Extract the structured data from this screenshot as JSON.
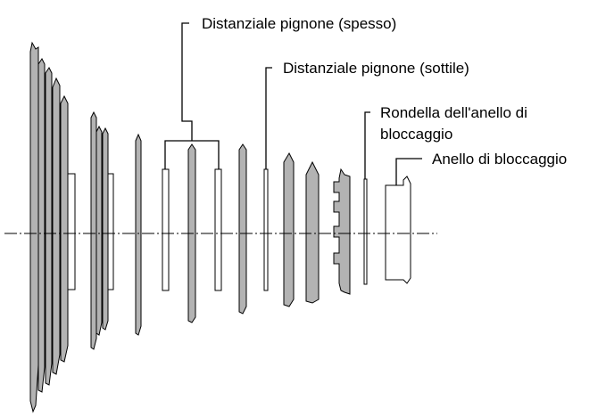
{
  "labels": {
    "spacer_thick": "Distanziale pignone (spesso)",
    "spacer_thin": "Distanziale pignone (sottile)",
    "lockring_washer_line1": "Rondella dell'anello di",
    "lockring_washer_line2": "bloccaggio",
    "lockring": "Anello di bloccaggio"
  }
}
